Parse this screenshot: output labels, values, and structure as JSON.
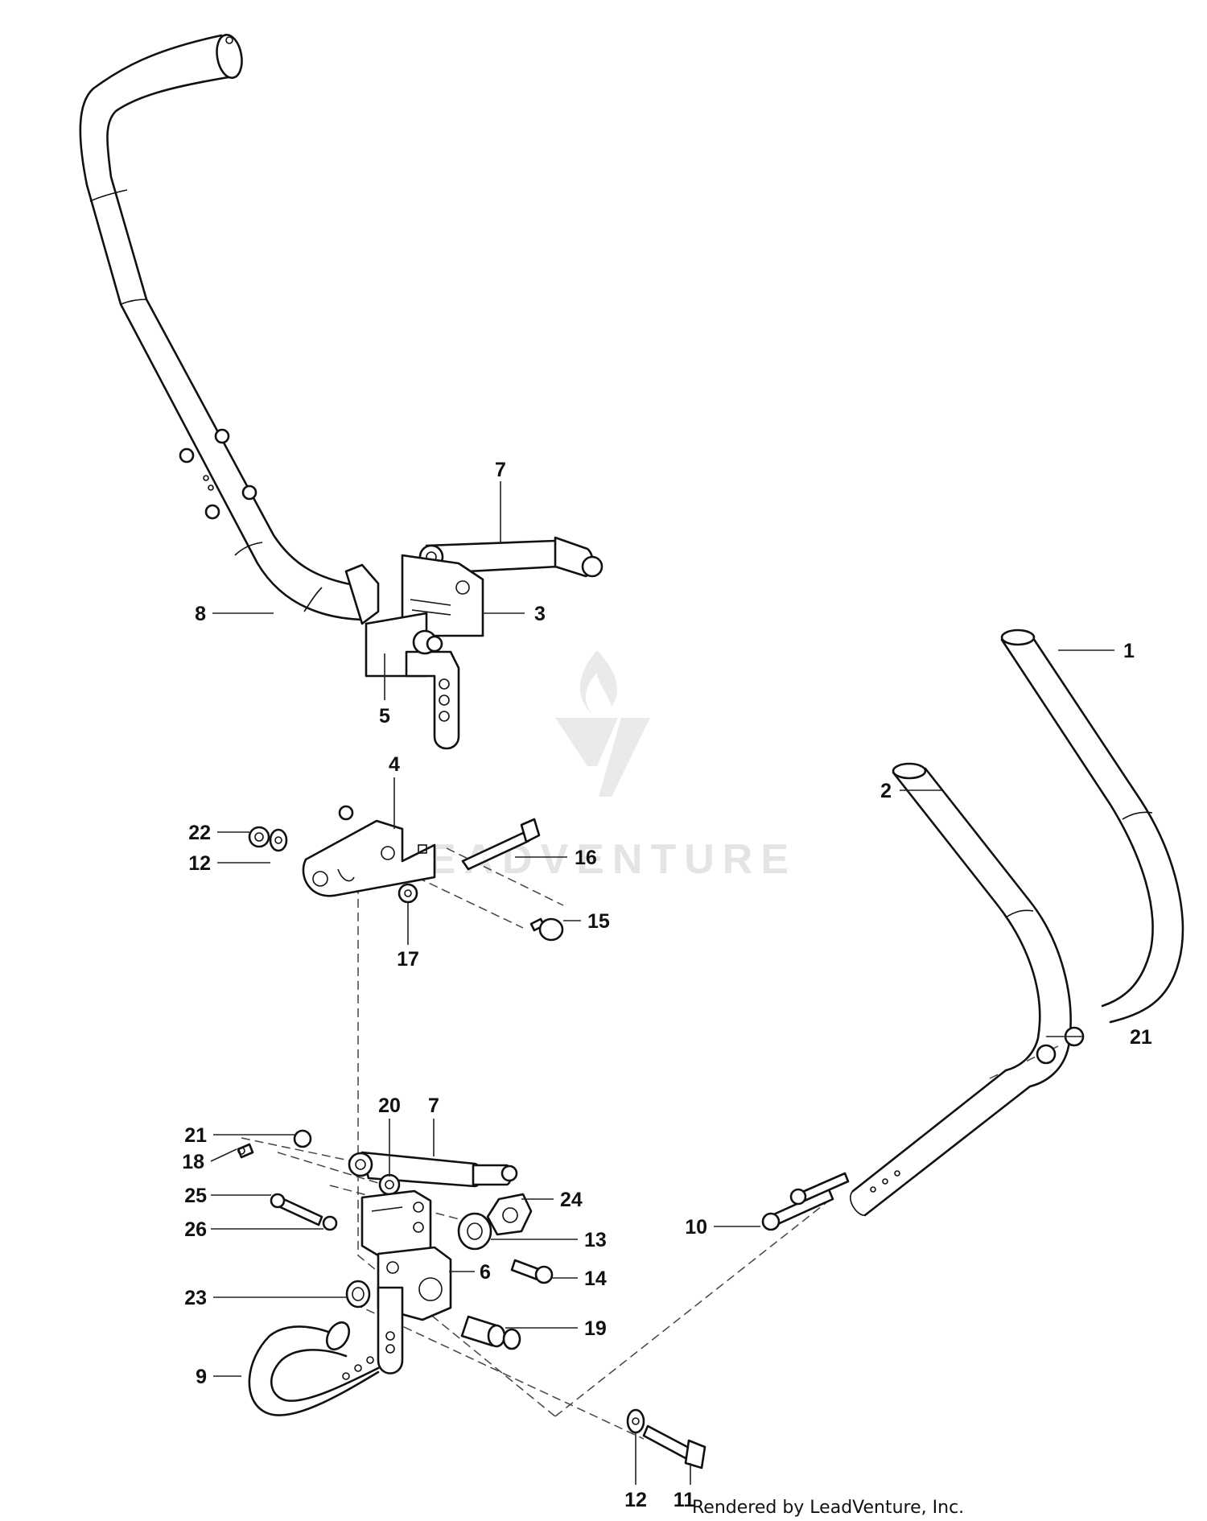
{
  "diagram": {
    "callouts": [
      {
        "id": "c7a",
        "text": "7"
      },
      {
        "id": "c3",
        "text": "3"
      },
      {
        "id": "c8",
        "text": "8"
      },
      {
        "id": "c5",
        "text": "5"
      },
      {
        "id": "c1",
        "text": "1"
      },
      {
        "id": "c2",
        "text": "2"
      },
      {
        "id": "c4",
        "text": "4"
      },
      {
        "id": "c22",
        "text": "22"
      },
      {
        "id": "c12a",
        "text": "12"
      },
      {
        "id": "c16",
        "text": "16"
      },
      {
        "id": "c15",
        "text": "15"
      },
      {
        "id": "c17",
        "text": "17"
      },
      {
        "id": "c21a",
        "text": "21"
      },
      {
        "id": "c20",
        "text": "20"
      },
      {
        "id": "c7b",
        "text": "7"
      },
      {
        "id": "c21b",
        "text": "21"
      },
      {
        "id": "c18",
        "text": "18"
      },
      {
        "id": "c25",
        "text": "25"
      },
      {
        "id": "c24",
        "text": "24"
      },
      {
        "id": "c26",
        "text": "26"
      },
      {
        "id": "c13",
        "text": "13"
      },
      {
        "id": "c10",
        "text": "10"
      },
      {
        "id": "c14",
        "text": "14"
      },
      {
        "id": "c6",
        "text": "6"
      },
      {
        "id": "c23",
        "text": "23"
      },
      {
        "id": "c19",
        "text": "19"
      },
      {
        "id": "c9",
        "text": "9"
      },
      {
        "id": "c12b",
        "text": "12"
      },
      {
        "id": "c11",
        "text": "11"
      }
    ],
    "watermark": "LEADVENTURE",
    "credit": "Rendered by LeadVenture, Inc."
  }
}
